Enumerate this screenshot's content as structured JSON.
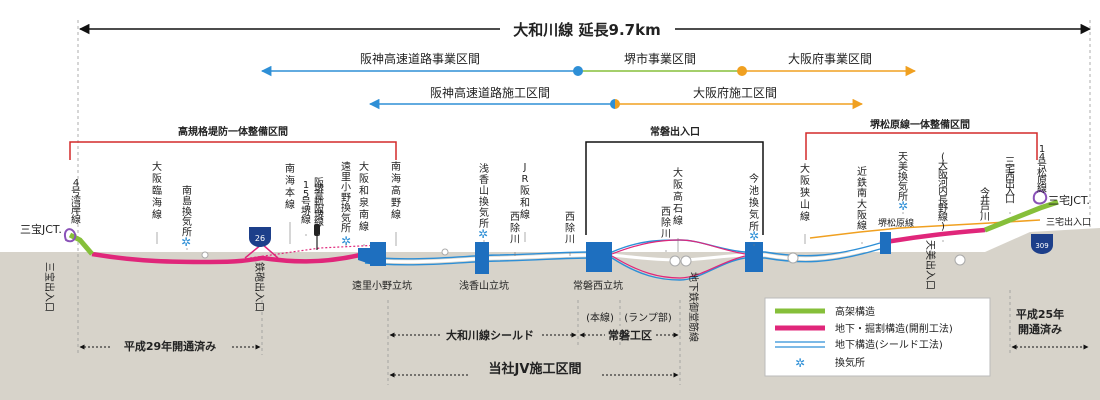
{
  "title": "大和川線 延長9.7km",
  "project_bands": [
    {
      "label": "阪神高速道路事業区間"
    },
    {
      "label": "堺市事業区間"
    },
    {
      "label": "大阪府事業区間"
    },
    {
      "label": "阪神高速道路施工区間"
    },
    {
      "label": "大阪府施工区間"
    }
  ],
  "brackets": {
    "levee": "高規格堤防一体整備区間",
    "tokiwa_exit": "常磐出入口",
    "sakai_matsubara": "堺松原線一体整備区間"
  },
  "jct_left": "三宝JCT.",
  "jct_right": "三宅JCT.",
  "route_left_number": "26",
  "route_right_number": "309",
  "routes_lines": [
    "4号湾岸線",
    "大阪臨海線",
    "南島換気所",
    "南海本線",
    "阪堺電軌阪堺線",
    "15号堺線",
    "遠里小野換気所",
    "大阪和泉南線",
    "南海高野線",
    "浅香山換気所",
    "JR阪和線",
    "西除川",
    "西除川",
    "大阪高石線",
    "西除川",
    "今池換気所",
    "大阪狭山線",
    "近鉄南大阪線",
    "天美換気所",
    "(大阪河内長野線)",
    "今井戸川",
    "三宅西出入口",
    "14号松原線"
  ],
  "below_labels": {
    "sanpo_exit": "三宝出入口",
    "teppo_exit": "鉄砲出入口",
    "uriwari_shaft": "遠里小野立坑",
    "asakayama_shaft": "浅香山立坑",
    "tokiwa_west_shaft": "常磐西立坑",
    "underground_rail": "地下鉄御堂筋線",
    "amami_exit": "天美出入口",
    "matsubara_line": "堺松原線",
    "miyake_exit": "三宅出入口"
  },
  "bottom": {
    "h29": "平成29年開通済み",
    "shield": "大和川線シールド",
    "honsen": "(本線)",
    "ramp": "(ランプ部)",
    "tokiwa_works": "常磐工区",
    "jv": "当社JV施工区間",
    "h25_a": "平成25年",
    "h25_b": "開通済み"
  },
  "legend": [
    {
      "label": "高架構造",
      "color": "#86bf3a"
    },
    {
      "label": "地下・掘割構造(開削工法)",
      "color": "#e0267a"
    },
    {
      "label": "地下構造(シールド工法)",
      "color": "#2e8fd6"
    },
    {
      "label": "換気所",
      "color": "#2e8fd6"
    }
  ],
  "colors": {
    "blue": "#2e8fd6",
    "green": "#86bf3a",
    "orange": "#f0a020",
    "red": "#d42a2a",
    "magenta": "#e0267a",
    "ground": "#d7d3ca"
  }
}
